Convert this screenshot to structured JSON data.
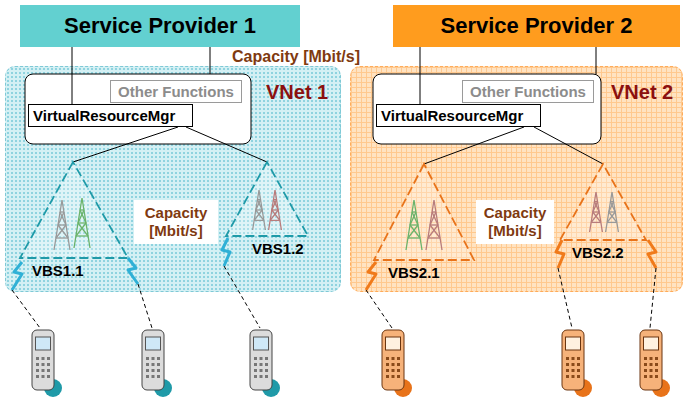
{
  "diagram": {
    "nodes": [
      {
        "text": [
          "Service Provider 1"
        ]
      },
      {
        "text": [
          "Service Provider 2"
        ]
      },
      {
        "text": [
          "VNet 1"
        ]
      },
      {
        "text": [
          "Other Functions"
        ],
        "in": 2
      },
      {
        "text": [
          "VirtualResourceMgr"
        ],
        "in": 2
      },
      {
        "text": [
          "VBS1.1"
        ],
        "in": 2
      },
      {
        "text": [
          "Capacity [Mbit/s]"
        ],
        "in": 2
      },
      {
        "text": [
          "VBS1.2"
        ],
        "in": 2
      },
      {
        "text": [
          "VNet 2"
        ]
      },
      {
        "text": [
          "Other Functions"
        ],
        "in": 8
      },
      {
        "text": [
          "VirtualResourceMgr"
        ],
        "in": 8
      },
      {
        "text": [
          "VBS2.1"
        ],
        "in": 8
      },
      {
        "text": [
          "Capacity [Mbit/s]"
        ],
        "in": 8
      },
      {
        "text": [
          "VBS2.2"
        ],
        "in": 8
      }
    ],
    "edges": [
      {
        "from": 0,
        "to": 4,
        "arrow": "none"
      },
      {
        "from": 4,
        "to": 5,
        "arrow": "none"
      },
      {
        "from": 4,
        "to": 7,
        "arrow": "none"
      },
      {
        "from": 1,
        "to": 10,
        "arrow": "none"
      },
      {
        "from": 10,
        "to": 11,
        "arrow": "none"
      },
      {
        "from": 10,
        "to": 13,
        "arrow": "none"
      }
    ],
    "labels": [
      "Capacity [Mbit/s]"
    ]
  }
}
